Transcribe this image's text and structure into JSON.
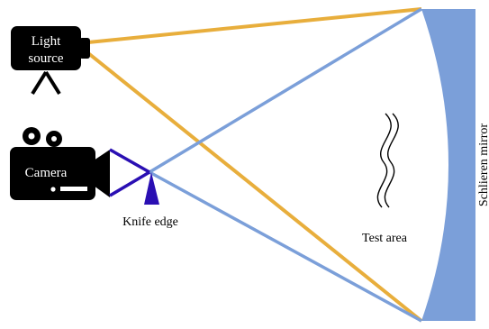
{
  "labels": {
    "light_source_line1": "Light",
    "light_source_line2": "source",
    "camera": "Camera",
    "knife_edge": "Knife edge",
    "test_area": "Test area",
    "schlieren_mirror": "Schlieren mirror"
  },
  "colors": {
    "incoming_beam": "#E8AE3C",
    "reflected_beam": "#7B9FD9",
    "mirror_fill": "#7B9FD9",
    "knife_edge": "#2A0FB3",
    "device_body": "#000000",
    "device_text": "#ffffff"
  },
  "icons": {
    "light_source": "light-source-icon",
    "camera": "camera-icon",
    "knife_edge": "knife-edge-icon",
    "airflow": "airflow-wave-icon"
  }
}
